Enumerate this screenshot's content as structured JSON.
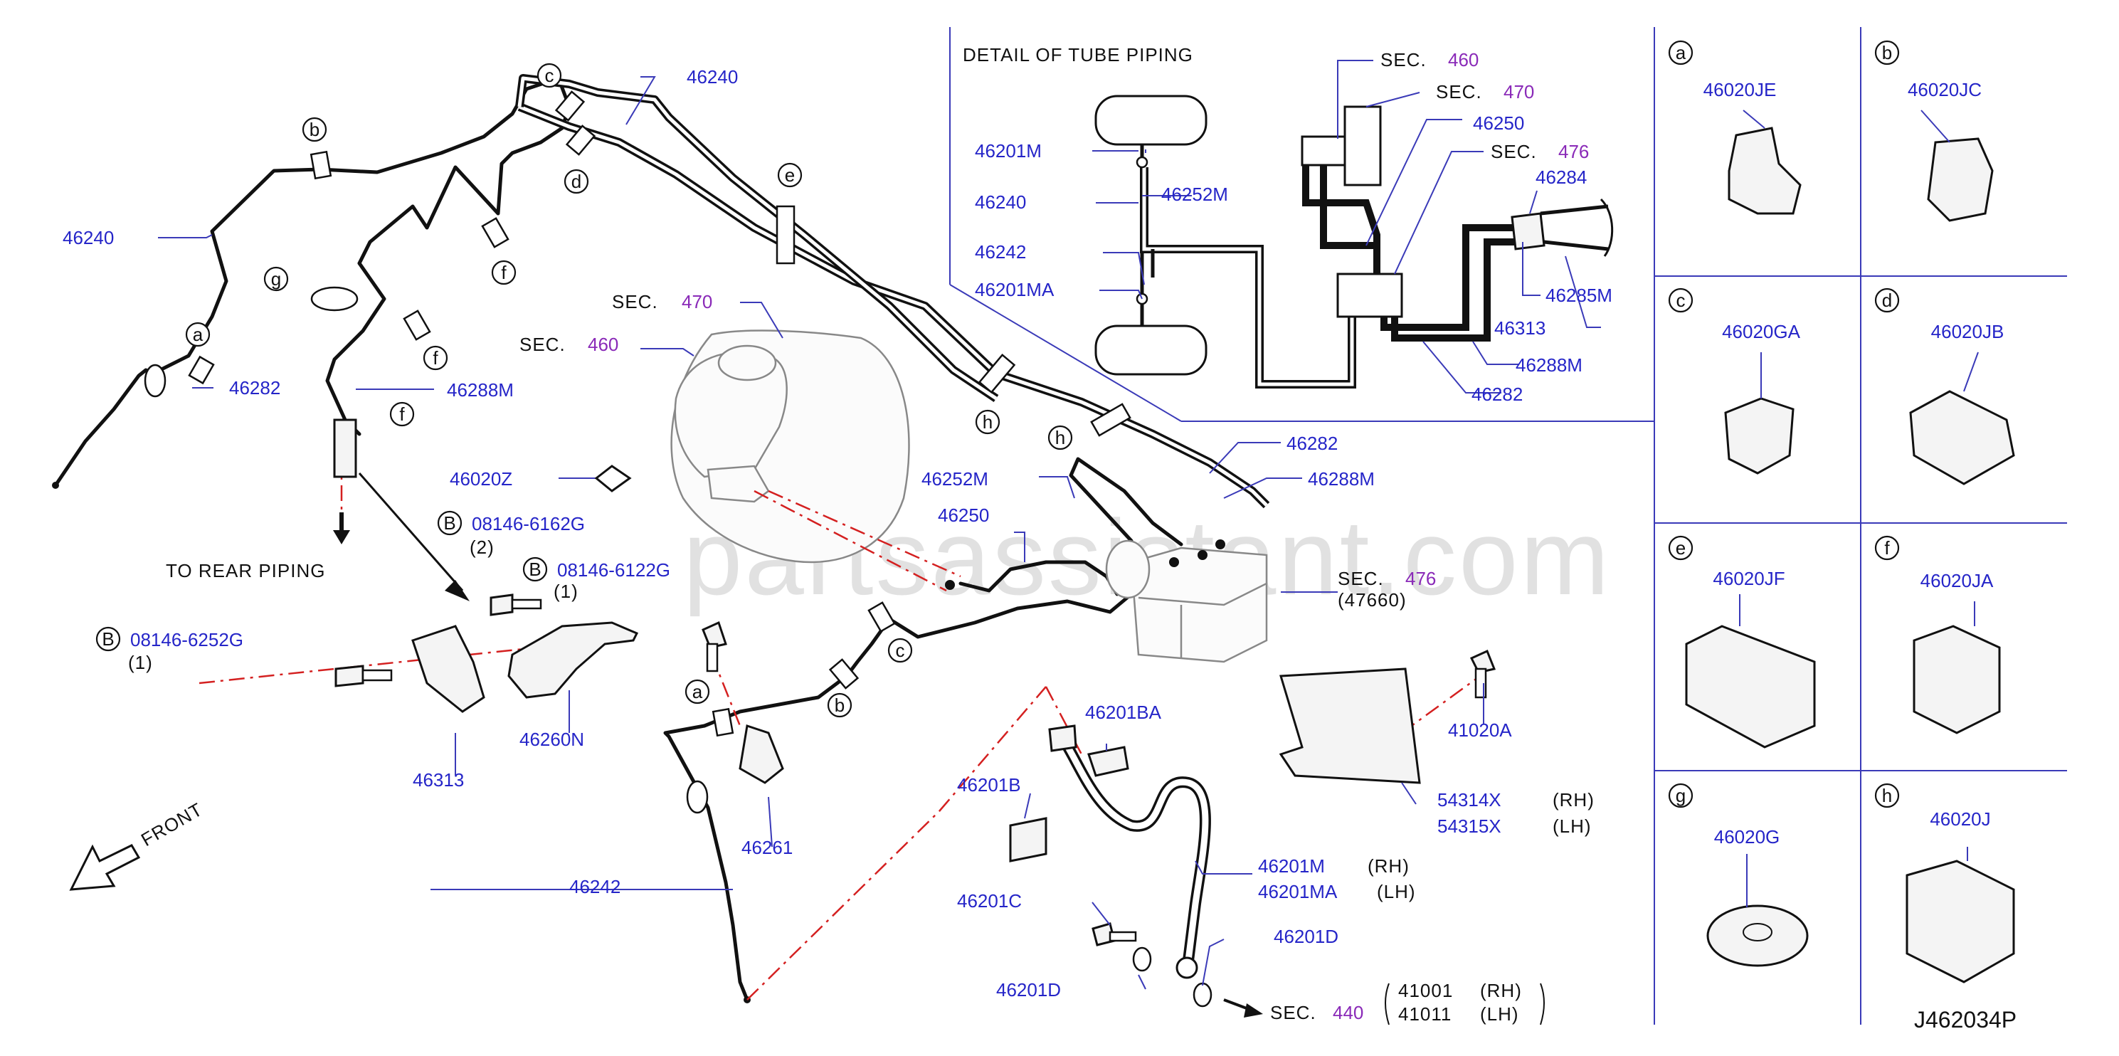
{
  "watermark": "partsassistant.com",
  "drawing_number": "J462034P",
  "detail_title": "DETAIL  OF  TUBE  PIPING",
  "to_rear_piping": "TO   REAR   PIPING",
  "front_label": "FRONT",
  "sec_word": "SEC.",
  "sections": {
    "s440": "440",
    "s460": "460",
    "s470": "470",
    "s476": "476"
  },
  "bolt_letter": "B",
  "callouts": {
    "a": "a",
    "b": "b",
    "c": "c",
    "d": "d",
    "e": "e",
    "f": "f",
    "g": "g",
    "h": "h"
  },
  "parts": {
    "p46240": "46240",
    "p46282": "46282",
    "p46288M": "46288M",
    "p46020Z": "46020Z",
    "p46252M": "46252M",
    "p46250": "46250",
    "p46242": "46242",
    "p46261": "46261",
    "p46313": "46313",
    "p46260N": "46260N",
    "p47660": "(47660)",
    "p46201BA": "46201BA",
    "p46201B": "46201B",
    "p46201C": "46201C",
    "p46201D": "46201D",
    "p46201M": "46201M",
    "p46201MA": "46201MA",
    "p41020A": "41020A",
    "p54314X": "54314X",
    "p54315X": "54315X",
    "p41001": "41001",
    "p41011": "41011",
    "p46284": "46284",
    "p46285M": "46285M",
    "rh": "(RH)",
    "lh": "(LH)"
  },
  "bolts": {
    "b6162": "08146-6162G",
    "b6162_qty": "(2)",
    "b6122": "08146-6122G",
    "b6122_qty": "(1)",
    "b6252": "08146-6252G",
    "b6252_qty": "(1)"
  },
  "clip_panel": [
    {
      "letter": "a",
      "part": "46020JE"
    },
    {
      "letter": "b",
      "part": "46020JC"
    },
    {
      "letter": "c",
      "part": "46020GA"
    },
    {
      "letter": "d",
      "part": "46020JB"
    },
    {
      "letter": "e",
      "part": "46020JF"
    },
    {
      "letter": "f",
      "part": "46020JA"
    },
    {
      "letter": "g",
      "part": "46020G"
    },
    {
      "letter": "h",
      "part": "46020J"
    }
  ]
}
